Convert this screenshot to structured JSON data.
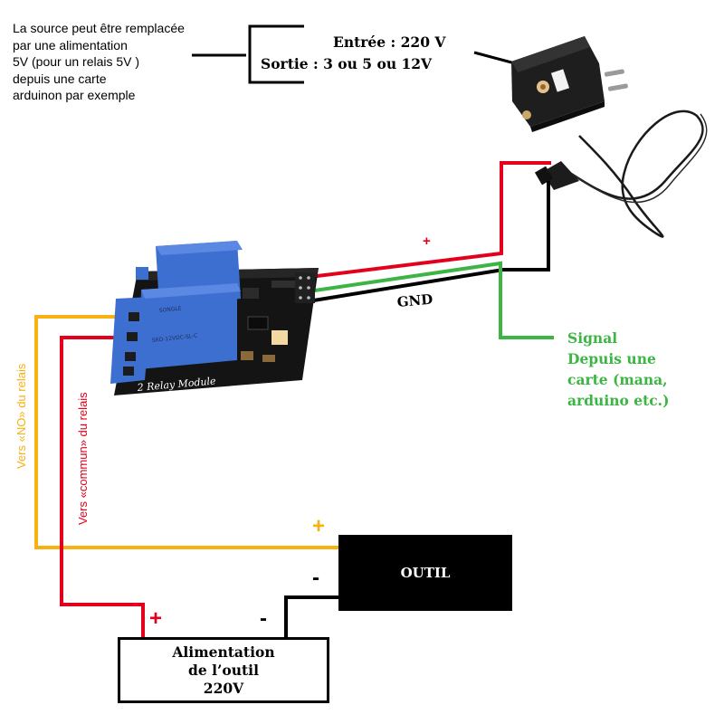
{
  "note_text": {
    "lines": [
      "La source peut être remplacée",
      "par une alimentation",
      "5V (pour un relais 5V )",
      "depuis une carte",
      "arduinon par exemple"
    ]
  },
  "adapter_specs": {
    "input": "Entrée : 220 V",
    "output": "Sortie : 3 ou 5 ou 12V"
  },
  "wire_labels": {
    "plus_red": "+",
    "gnd": "GND"
  },
  "signal_text": {
    "lines": [
      "Signal",
      "Depuis une",
      "carte (mana,",
      "arduino etc.)"
    ]
  },
  "relay_module": {
    "label": "2 Relay Module",
    "relay_model": "SRD-12VDC-SL-C",
    "brand": "SONGLE"
  },
  "side_labels": {
    "vers_no": "Vers «NO» du relais",
    "vers_commun": "Vers «commun» du relais"
  },
  "outil_box": {
    "label": "OUTIL",
    "plus": "+",
    "minus": "-"
  },
  "alimentation_box": {
    "lines": [
      "Alimentation",
      "de l’outil",
      "220V"
    ],
    "plus": "+",
    "minus": "-"
  },
  "colors": {
    "wire_red": "#e4001b",
    "wire_orange": "#f7b113",
    "wire_green": "#3cb544",
    "wire_black": "#000000",
    "relay_blue": "#3d6fd0",
    "pcb_black": "#141414"
  },
  "icons": [
    "wall-adapter-icon",
    "relay-module-icon"
  ]
}
